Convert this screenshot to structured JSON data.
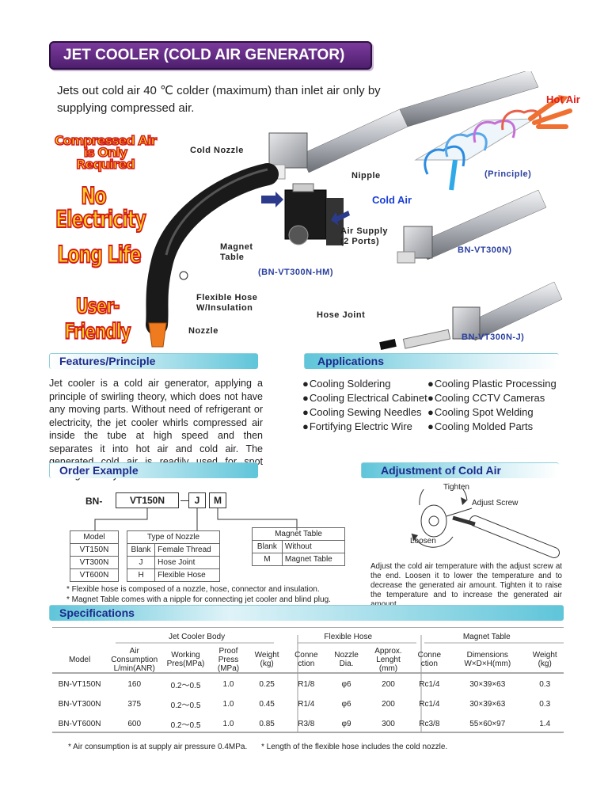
{
  "title": "JET COOLER (COLD AIR GENERATOR)",
  "intro": "Jets out cold air 40 ℃ colder (maximum) than inlet air only by supplying compressed air.",
  "stickers": [
    "Compressed Air is Only Required",
    "No Electricity",
    "Long Life",
    "User-Friendly"
  ],
  "labels": {
    "hot_air": "Hot Air",
    "cold_nozzle": "Cold Nozzle",
    "nipple": "Nipple",
    "principle": "(Principle)",
    "cold_air": "Cold Air",
    "air_supply": "Air Supply (2 Ports)",
    "magnet_table": "Magnet Table",
    "bn_vt300n": "BN-VT300N)",
    "bn_vt300n_hm": "(BN-VT300N-HM)",
    "flexible_hose": "Flexible Hose W/Insulation",
    "hose_joint": "Hose Joint",
    "nozzle": "Nozzle",
    "bn_vt300n_j": "BN-VT300N-J)"
  },
  "features": {
    "heading": "Features/Principle",
    "text": "Jet cooler is a cold air generator, applying a principle of swirling theory, which does not have any moving parts. Without need of refrigerant or electricity, the jet cooler whirls compressed air inside the tube at high speed and then separates it into hot air and cold air. The generated cold air is readily used for spot cooling in many fields."
  },
  "applications": {
    "heading": "Applications",
    "col1": [
      "Cooling Soldering",
      "Cooling Electrical Cabinet",
      "Cooling Sewing Needles",
      "Fortifying Electric Wire"
    ],
    "col2": [
      "Cooling Plastic Processing",
      "Cooling CCTV Cameras",
      "Cooling Spot Welding",
      "Cooling Molded Parts"
    ]
  },
  "order": {
    "heading": "Order Example",
    "prefix": "BN-",
    "code": "VT150N",
    "opt1": "J",
    "opt2": "M",
    "model_table": {
      "header": "Model",
      "rows": [
        "VT150N",
        "VT300N",
        "VT600N"
      ]
    },
    "nozzle_table": {
      "header": "Type of Nozzle",
      "rows": [
        [
          "Blank",
          "Female Thread"
        ],
        [
          "J",
          "Hose Joint"
        ],
        [
          "H",
          "Flexible Hose"
        ]
      ]
    },
    "magnet_table": {
      "header": "Magnet Table",
      "rows": [
        [
          "Blank",
          "Without"
        ],
        [
          "M",
          "Magnet Table"
        ]
      ]
    },
    "notes": [
      "* Flexible hose is composed of a nozzle, hose, connector and insulation.",
      "* Magnet Table comes with a nipple for connecting jet cooler and blind plug."
    ]
  },
  "adjustment": {
    "heading": "Adjustment of Cold Air",
    "tighten": "Tighten",
    "adjust_screw": "Adjust Screw",
    "loosen": "Loosen",
    "text": "Adjust the cold air temperature with the adjust screw at the end. Loosen it to lower the temperature and to decrease the generated air amount. Tighten it to raise the temperature and to increase the generated air amount."
  },
  "specs": {
    "heading": "Specifications",
    "groups": [
      "Jet Cooler Body",
      "Flexible Hose",
      "Magnet Table"
    ],
    "columns": [
      "Model",
      "Air Consumption L/min(ANR)",
      "Working Pres(MPa)",
      "Proof Press (MPa)",
      "Weight (kg)",
      "Conne ction",
      "Nozzle Dia.",
      "Approx. Lenght (mm)",
      "Conne ction",
      "Dimensions W×D×H(mm)",
      "Weight (kg)"
    ],
    "rows": [
      [
        "BN-VT150N",
        "160",
        "0.2〜0.5",
        "1.0",
        "0.25",
        "R1/8",
        "φ6",
        "200",
        "Rc1/4",
        "30×39×63",
        "0.3"
      ],
      [
        "BN-VT300N",
        "375",
        "0.2〜0.5",
        "1.0",
        "0.45",
        "R1/4",
        "φ6",
        "200",
        "Rc1/4",
        "30×39×63",
        "0.3"
      ],
      [
        "BN-VT600N",
        "600",
        "0.2〜0.5",
        "1.0",
        "0.85",
        "R3/8",
        "φ9",
        "300",
        "Rc3/8",
        "55×60×97",
        "1.4"
      ]
    ],
    "notes": [
      "* Air consumption is at supply air pressure 0.4MPa.",
      "* Length of the flexible hose includes the cold nozzle."
    ]
  },
  "colors": {
    "title_bg": "#5a2780",
    "heading_text": "#1c2a8c",
    "cyan": "#5fc5d9",
    "hot_air": "#e0201a",
    "cold_air": "#1a3fd6"
  }
}
